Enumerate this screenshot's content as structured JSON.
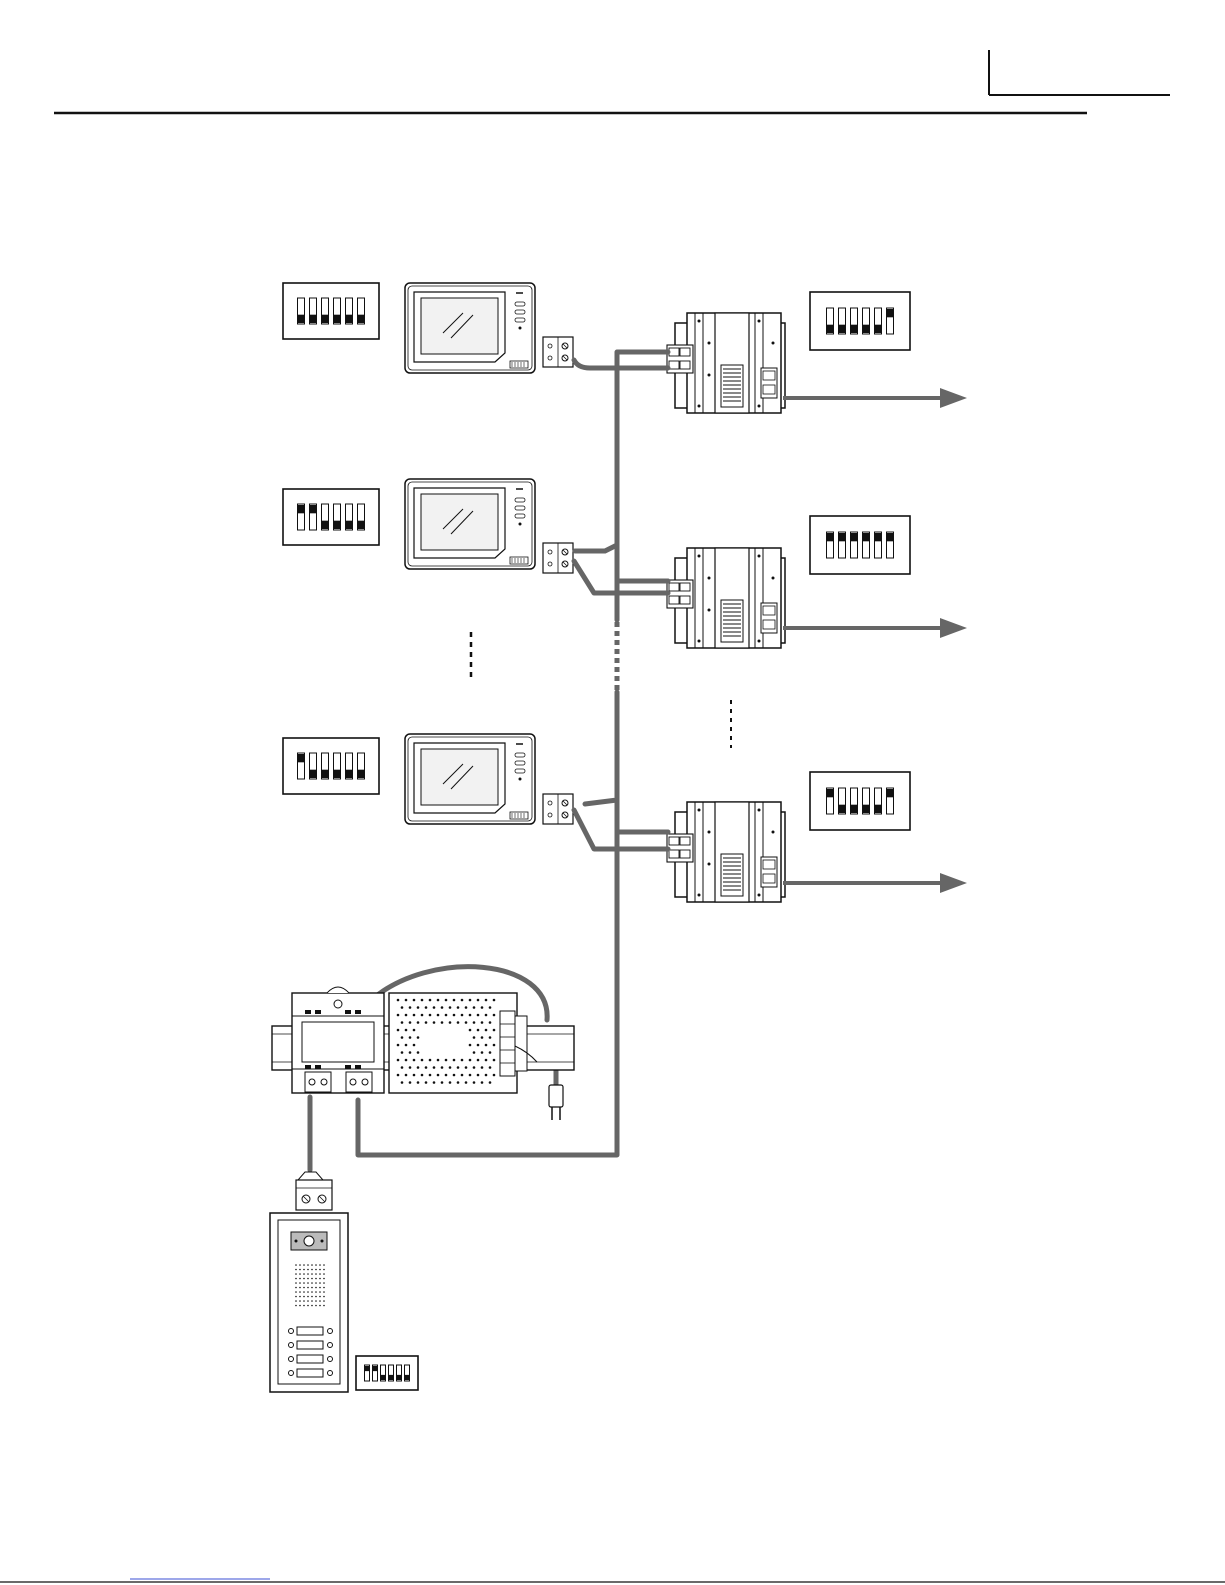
{
  "colors": {
    "ink": "#111111",
    "wire": "#666666",
    "screen_fill": "#f2f2f2",
    "panel_fill": "#bbbbbb",
    "link_underline": "#3b4fd6"
  },
  "icons": {
    "monitor": "indoor-monitor-icon",
    "distributor": "video-distributor-icon",
    "dip_switch": "dip-switch-icon",
    "power_supply": "power-supply-icon",
    "din_rail": "din-rail-icon",
    "outdoor_panel": "outdoor-door-panel-icon",
    "connector": "terminal-connector-icon",
    "plug": "mains-plug-icon",
    "arrow": "output-arrow-icon"
  },
  "dip_switches": {
    "monitor_1": [
      0,
      0,
      0,
      0,
      0,
      0
    ],
    "monitor_2": [
      1,
      1,
      0,
      0,
      0,
      0
    ],
    "monitor_3": [
      1,
      0,
      0,
      0,
      0,
      0
    ],
    "distributor_1": [
      0,
      0,
      0,
      0,
      0,
      1
    ],
    "distributor_2": [
      1,
      1,
      1,
      1,
      1,
      1
    ],
    "distributor_3": [
      1,
      0,
      0,
      0,
      0,
      1
    ],
    "door_panel": [
      1,
      1,
      0,
      0,
      0,
      0
    ]
  }
}
